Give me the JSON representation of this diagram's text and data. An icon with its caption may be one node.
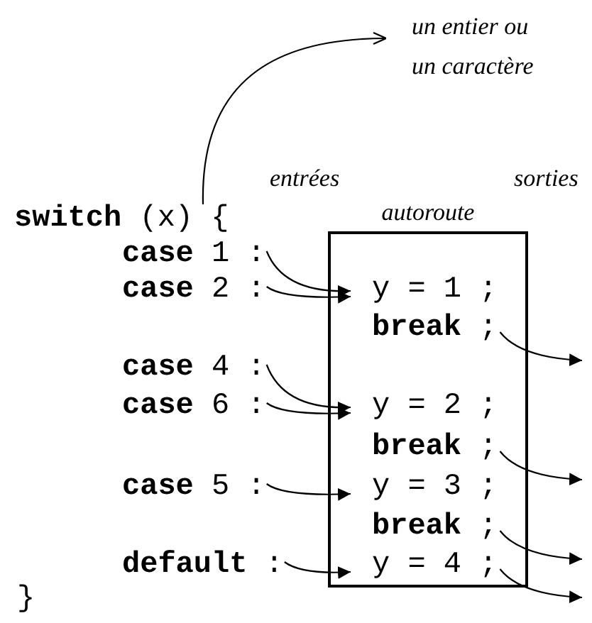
{
  "diagram": {
    "nodes": [
      {
        "text": [
          "**switch** (x) {"
        ]
      },
      {
        "text": [
          "un entier ou un caractère"
        ]
      },
      {
        "text": [
          "**case** 1 :"
        ]
      },
      {
        "text": [
          "**case** 2 :"
        ]
      },
      {
        "text": [
          "**case** 4 :"
        ]
      },
      {
        "text": [
          "**case** 6 :"
        ]
      },
      {
        "text": [
          "**case** 5 :"
        ]
      },
      {
        "text": [
          "**default** :"
        ]
      },
      {
        "text": [
          "autoroute"
        ]
      },
      {
        "text": [
          "y = 1 ;"
        ],
        "in": 8
      },
      {
        "text": [
          "**break** ;"
        ],
        "in": 8
      },
      {
        "text": [
          "y = 2 ;"
        ],
        "in": 8
      },
      {
        "text": [
          "**break** ;"
        ],
        "in": 8
      },
      {
        "text": [
          "y = 3 ;"
        ],
        "in": 8
      },
      {
        "text": [
          "**break** ;"
        ],
        "in": 8
      },
      {
        "text": [
          "y = 4 ;"
        ],
        "in": 8
      }
    ],
    "edges": [
      {
        "from": 0,
        "to": 1,
        "arrow": "to"
      },
      {
        "from": 2,
        "to": 9,
        "arrow": "to"
      },
      {
        "from": 3,
        "to": 9,
        "arrow": "to"
      },
      {
        "from": 4,
        "to": 11,
        "arrow": "to"
      },
      {
        "from": 5,
        "to": 11,
        "arrow": "to"
      },
      {
        "from": 6,
        "to": 13,
        "arrow": "to"
      },
      {
        "from": 7,
        "to": 15,
        "arrow": "to"
      },
      {
        "from": 10,
        "to": null,
        "arrow": "to"
      },
      {
        "from": 12,
        "to": null,
        "arrow": "to"
      },
      {
        "from": 14,
        "to": null,
        "arrow": "to"
      },
      {
        "from": 15,
        "to": null,
        "arrow": "to"
      }
    ],
    "labels": [
      "entrées",
      "sorties",
      "}"
    ]
  }
}
